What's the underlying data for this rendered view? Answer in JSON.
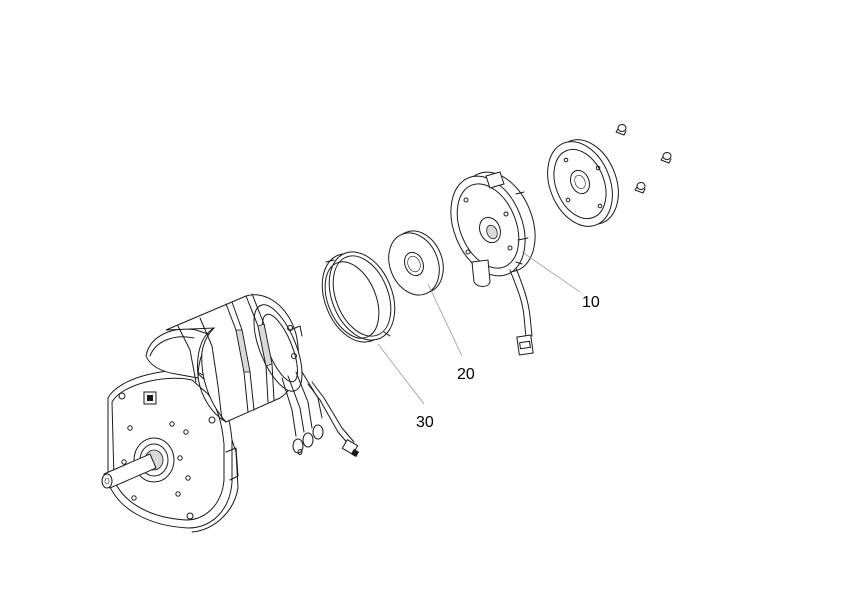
{
  "callouts": [
    {
      "id": "c10",
      "text": "10"
    },
    {
      "id": "c20",
      "text": "20"
    },
    {
      "id": "c30",
      "text": "30"
    }
  ]
}
